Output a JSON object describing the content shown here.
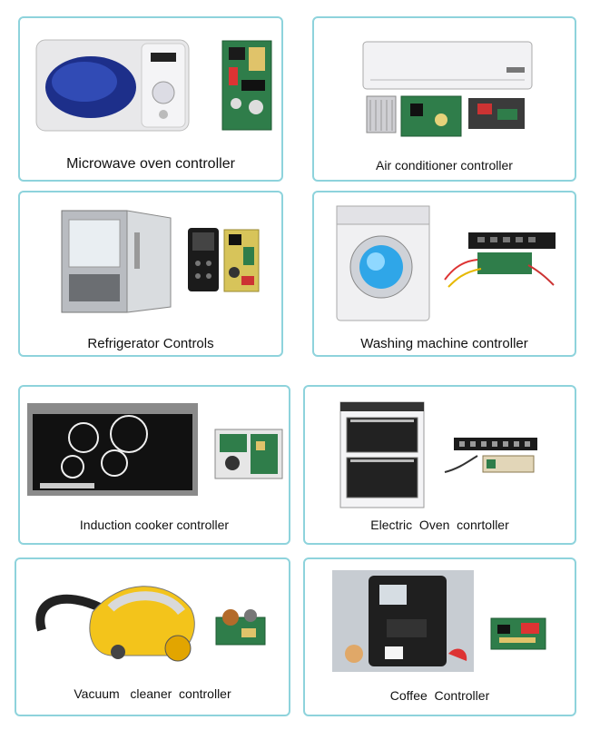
{
  "products": [
    {
      "label": "Microwave oven controller",
      "icon": "microwave-oven"
    },
    {
      "label": "Air conditioner controller",
      "icon": "air-conditioner"
    },
    {
      "label": "Refrigerator Controls",
      "icon": "refrigerator"
    },
    {
      "label": "Washing machine controller",
      "icon": "washing-machine"
    },
    {
      "label": "Induction cooker controller",
      "icon": "induction-cooker"
    },
    {
      "label": "Electric  Oven  conrtoller",
      "icon": "electric-oven"
    },
    {
      "label": "Vacuum   cleaner  controller",
      "icon": "vacuum-cleaner"
    },
    {
      "label": "Coffee  Controller",
      "icon": "coffee-machine"
    }
  ],
  "colors": {
    "border": "#8ed3dc",
    "pcb_green": "#2f7d4a",
    "text": "#111111"
  }
}
